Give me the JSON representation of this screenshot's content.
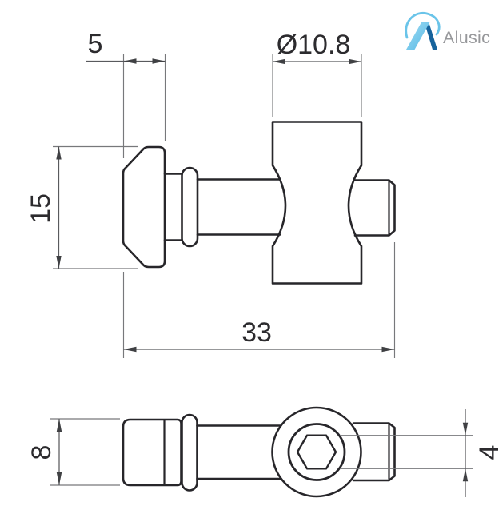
{
  "page": {
    "background": "#ffffff"
  },
  "logo": {
    "brand": "Alusic",
    "colors": {
      "light_blue": "#6ac4e9",
      "dark_blue": "#16639c",
      "text_gray": "#97989b"
    }
  },
  "drawing": {
    "line_colors": {
      "outline": "#27262a",
      "dimension": "#595a5e",
      "text": "#2c2b2e"
    },
    "views": {
      "side": {
        "dimensions": {
          "head_thickness": "5",
          "barrel_diameter": "Ø10.8",
          "head_height": "15",
          "overall_length": "33"
        }
      },
      "plan": {
        "dimensions": {
          "head_width": "8",
          "hex_socket": "4"
        }
      }
    }
  }
}
